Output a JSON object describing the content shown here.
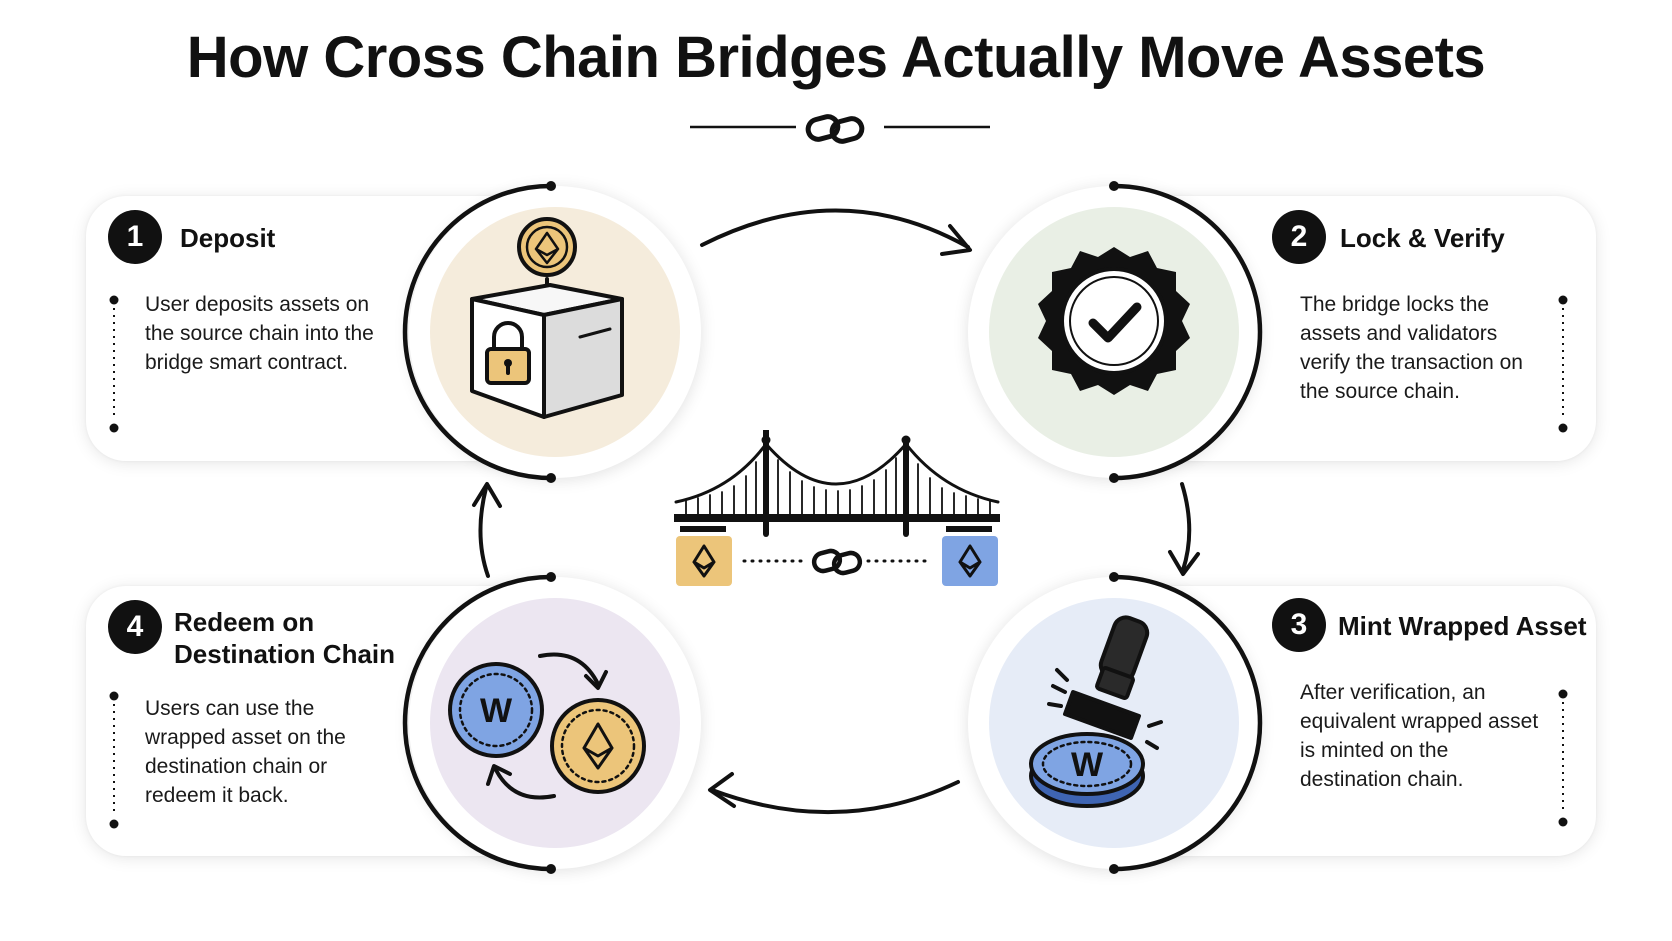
{
  "title": "How Cross Chain Bridges Actually Move Assets",
  "colors": {
    "deposit_bg": "#f5ecdc",
    "verify_bg": "#e9efe5",
    "mint_bg": "#e6ecf7",
    "redeem_bg": "#ece6f1",
    "gold_coin": "#ecc57a",
    "blue_coin": "#7fa4e3",
    "ink": "#111111"
  },
  "steps": [
    {
      "number": "1",
      "title": "Deposit",
      "description": "User deposits assets on the source chain into the bridge smart contract.",
      "icon": "locked-box-with-coin-icon"
    },
    {
      "number": "2",
      "title": "Lock & Verify",
      "description": "The bridge locks the assets and validators verify the transaction on the source chain.",
      "icon": "verified-badge-icon"
    },
    {
      "number": "3",
      "title": "Mint Wrapped Asset",
      "description": "After verification, an equivalent wrapped asset is minted on the destination chain.",
      "icon": "stamp-minting-coin-icon"
    },
    {
      "number": "4",
      "title": "Redeem on Destination Chain",
      "description": "Users can use the wrapped asset on the destination chain or redeem it back.",
      "icon": "coin-swap-icon"
    }
  ],
  "center": {
    "icon": "suspension-bridge-icon",
    "left_chain_icon": "ethereum-token-icon",
    "right_chain_icon": "ethereum-token-icon",
    "link_icon": "chain-link-icon",
    "wrapped_symbol": "W"
  }
}
